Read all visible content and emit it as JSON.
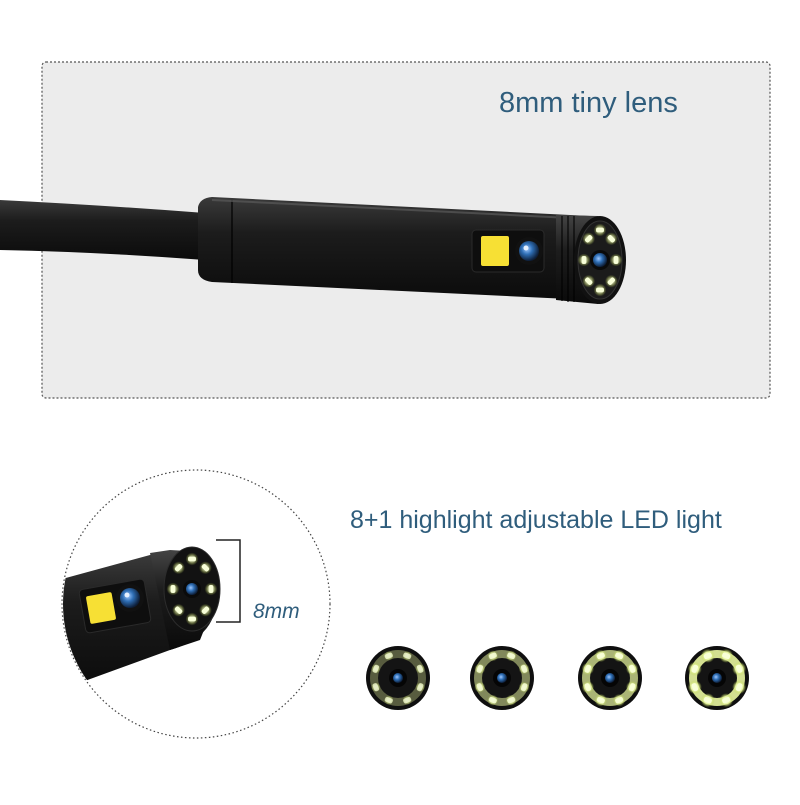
{
  "captions": {
    "top_lens": "8mm tiny lens",
    "led_feature": "8+1 highlight adjustable LED light",
    "diameter": "8mm"
  },
  "colors": {
    "text_accent": "#2f5d7c",
    "panel_bg": "#ececec",
    "panel_border": "#555555",
    "camera_body": "#161616",
    "led_glow": "#e9f6a0",
    "led_core": "#f8ffd8",
    "flash_led": "#f7e034",
    "lens_blue": "#2f6fb6"
  },
  "product": {
    "led_count": 8,
    "brightness_levels": [
      0.25,
      0.5,
      0.75,
      1.0
    ]
  }
}
